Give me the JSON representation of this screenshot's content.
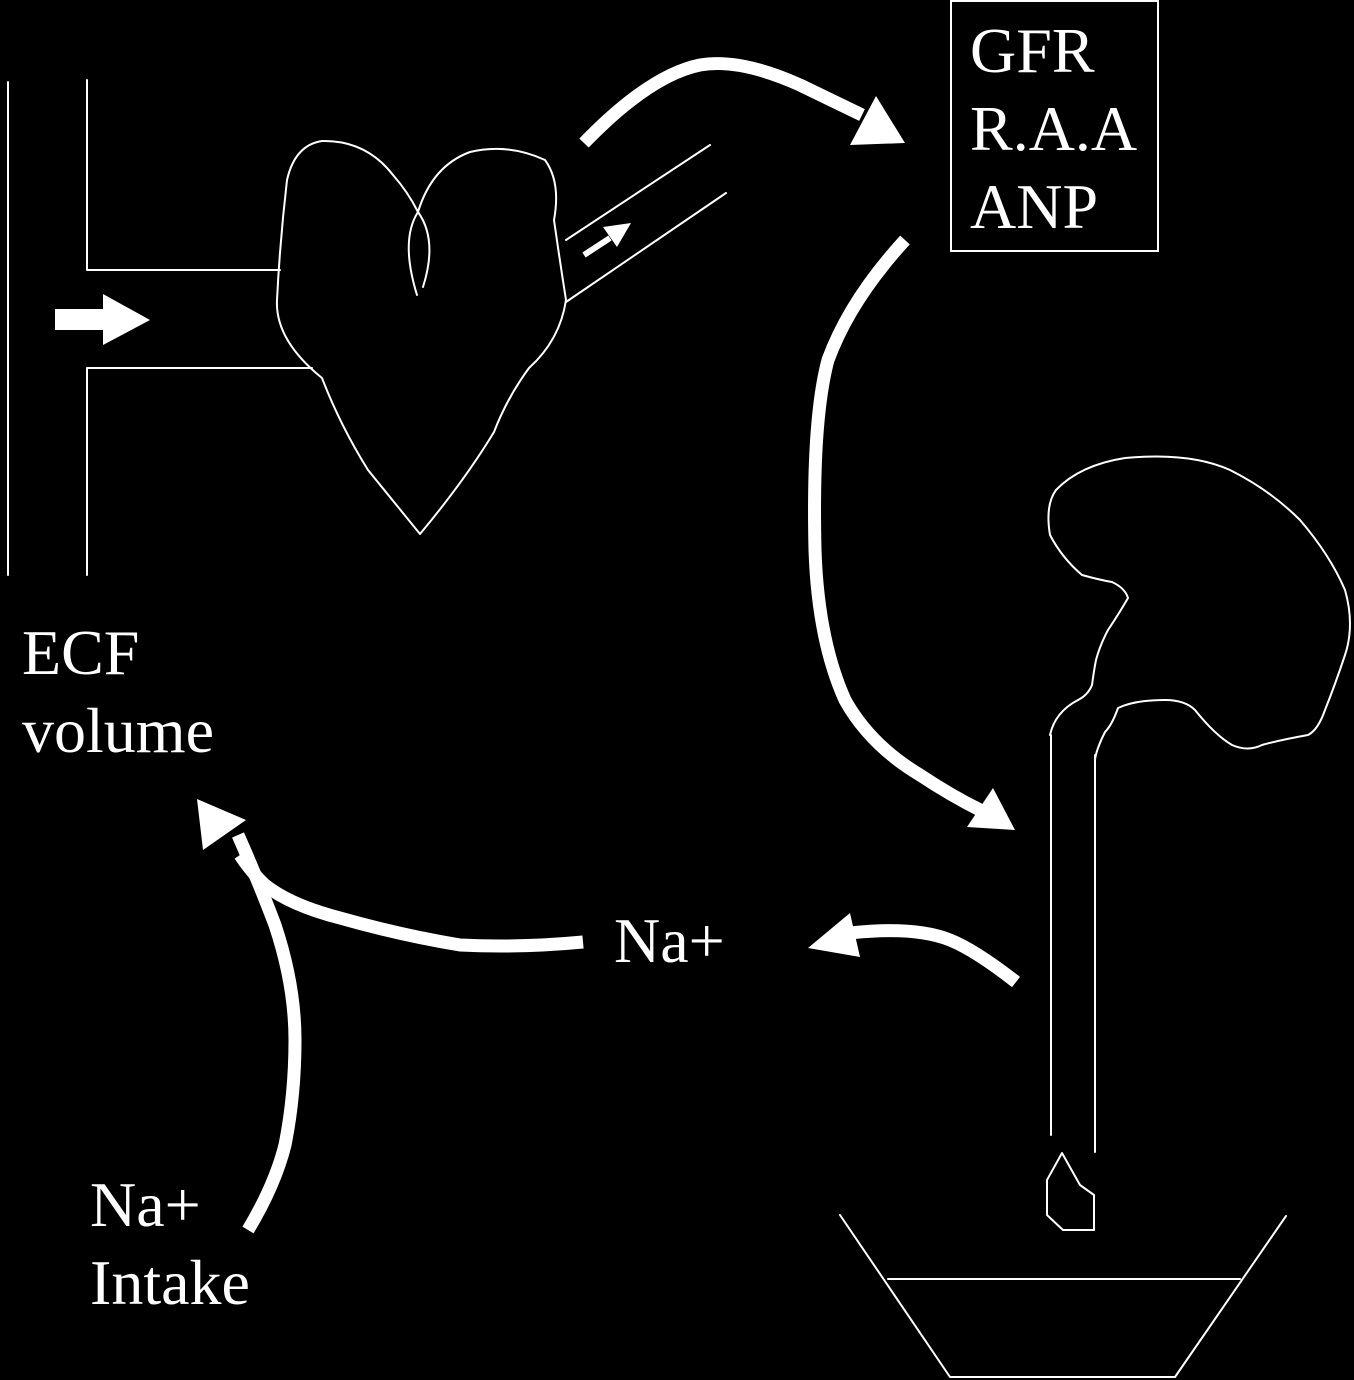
{
  "colors": {
    "background": "#000000",
    "foreground": "#ffffff"
  },
  "regulators_box": {
    "lines": [
      "GFR",
      "R.A.A",
      "ANP"
    ]
  },
  "ecf_label": {
    "line1": "ECF",
    "line2": "volume"
  },
  "sodium_reabsorbed_label": "Na+",
  "sodium_intake_label": {
    "line1": "Na+",
    "line2": "Intake"
  }
}
